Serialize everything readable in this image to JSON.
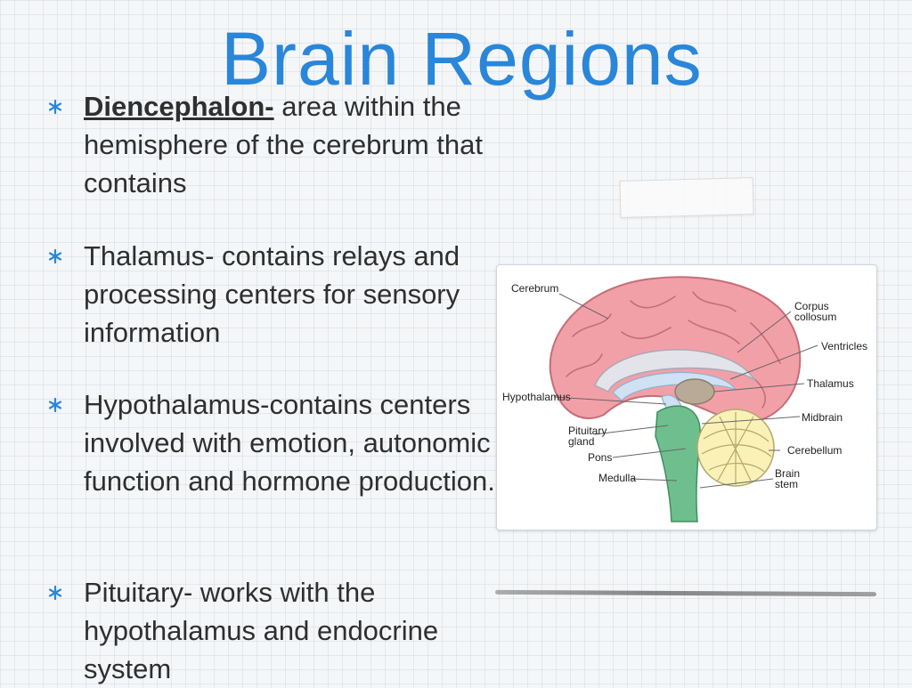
{
  "slide": {
    "title": "Brain Regions",
    "bullets": [
      {
        "term": "Diencephalon-",
        "text": " area within the hemisphere of the cerebrum that contains"
      },
      {
        "text": "Thalamus- contains relays and processing centers for sensory information"
      },
      {
        "text": "Hypothalamus-contains centers involved with emotion, autonomic function and hormone production."
      },
      {
        "text": "Pituitary- works with the hypothalamus and endocrine system"
      }
    ],
    "figure": {
      "labels": {
        "cerebrum": "Cerebrum",
        "corpus1": "Corpus",
        "corpus2": "collosum",
        "ventricles": "Ventricles",
        "thalamus": "Thalamus",
        "hypothalamus": "Hypothalamus",
        "midbrain": "Midbrain",
        "pituitary1": "Pituitary",
        "pituitary2": "gland",
        "pons": "Pons",
        "cerebellum": "Cerebellum",
        "medulla": "Medulla",
        "brainstem1": "Brain",
        "brainstem2": "stem"
      }
    },
    "colors": {
      "title": "#2a86d8",
      "bullet_mark": "#2a86d8",
      "cerebrum": "#f2a0a8",
      "ventricles": "#cfe1f2",
      "thalamus": "#b8aa96",
      "cerebellum": "#faf1b8",
      "brainstem": "#6fbf8e"
    }
  }
}
